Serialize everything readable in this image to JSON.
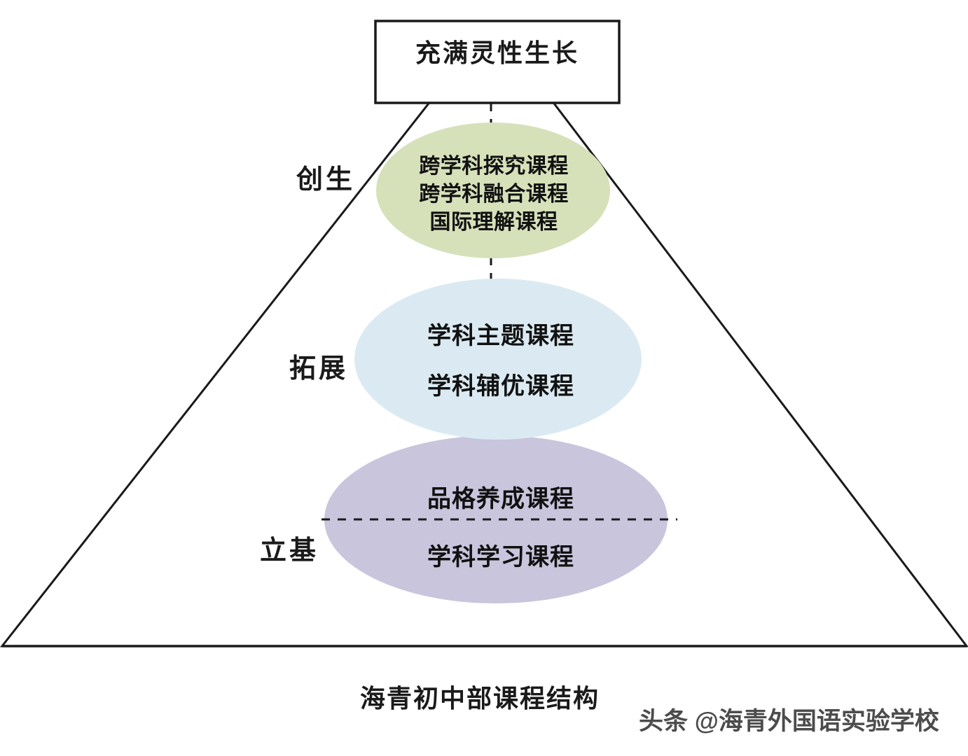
{
  "diagram": {
    "title": "海青初中部课程结构",
    "apex_box": {
      "label": "充满灵性生长"
    },
    "tiers": [
      {
        "name": "创生",
        "ellipse_color": "#d6e1ba",
        "courses": [
          "跨学科探究课程",
          "跨学科融合课程",
          "国际理解课程"
        ]
      },
      {
        "name": "拓展",
        "ellipse_color": "#dbeaf2",
        "courses": [
          "学科主题课程",
          "学科辅优课程"
        ]
      },
      {
        "name": "立基",
        "ellipse_color": "#c9c5dd",
        "courses": [
          "品格养成课程",
          "学科学习课程"
        ]
      }
    ],
    "tier_labels": {
      "top": "创生",
      "middle": "拓展",
      "bottom": "立基"
    },
    "green_courses": {
      "line1": "跨学科探究课程",
      "line2": "跨学科融合课程",
      "line3": "国际理解课程"
    },
    "blue_courses": {
      "line1": "学科主题课程",
      "line2": "学科辅优课程"
    },
    "purple_courses": {
      "line1": "品格养成课程",
      "line2": "学科学习课程"
    },
    "colors": {
      "green": "#d6e1ba",
      "blue": "#dbeaf2",
      "purple": "#c9c5dd",
      "outline": "#1a1a1a",
      "background": "#ffffff",
      "text": "#111111",
      "watermark": "#3d3d3d"
    }
  },
  "watermark": {
    "text": "头条 @海青外国语实验学校"
  }
}
